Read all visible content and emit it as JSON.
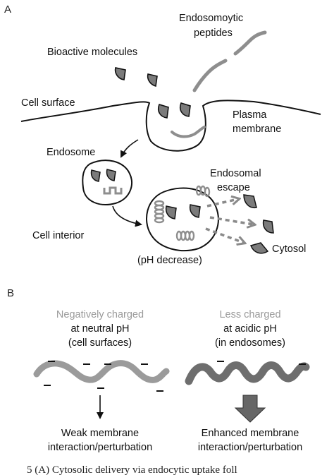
{
  "panel_a": {
    "letter": "A",
    "labels": {
      "endosomolytic_1": "Endosomoytic",
      "endosomolytic_2": "peptides",
      "bioactive": "Bioactive molecules",
      "cell_surface": "Cell surface",
      "plasma_1": "Plasma",
      "plasma_2": "membrane",
      "endosome": "Endosome",
      "escape_1": "Endosomal",
      "escape_2": "escape",
      "cell_interior": "Cell interior",
      "cytosol": "Cytosol",
      "ph_decrease": "(pH decrease)"
    }
  },
  "panel_b": {
    "letter": "B",
    "left": {
      "line1": "Negatively charged",
      "line2": "at neutral pH",
      "line3": "(cell surfaces)",
      "result1": "Weak membrane",
      "result2": "interaction/perturbation"
    },
    "right": {
      "line1": "Less charged",
      "line2": "at acidic pH",
      "line3": "(in endosomes)",
      "result1": "Enhanced membrane",
      "result2": "interaction/perturbation"
    }
  },
  "caption": "5   (A) Cytosolic delivery via endocytic uptake foll",
  "colors": {
    "molecule": "#777777",
    "peptide_light": "#9a9a9a",
    "peptide_dark": "#6e6e6e",
    "outline": "#111111"
  }
}
